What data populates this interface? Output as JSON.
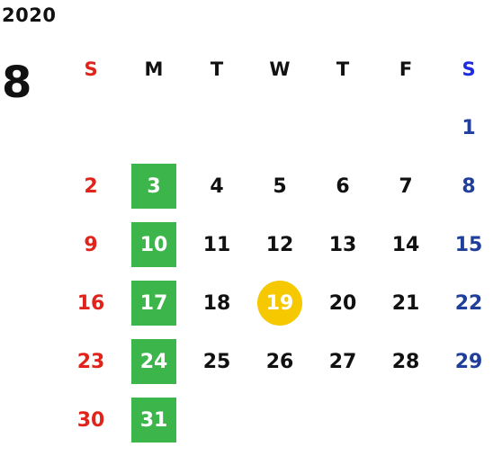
{
  "year": "2020",
  "month": "8",
  "colors": {
    "sunday": "#e0241b",
    "saturday": "#1f3f9a",
    "monday_highlight": "#3cb54a",
    "today_highlight": "#f5c800"
  },
  "weekdays": [
    "S",
    "M",
    "T",
    "W",
    "T",
    "F",
    "S"
  ],
  "weeks": [
    [
      "",
      "",
      "",
      "",
      "",
      "",
      "1"
    ],
    [
      "2",
      "3",
      "4",
      "5",
      "6",
      "7",
      "8"
    ],
    [
      "9",
      "10",
      "11",
      "12",
      "13",
      "14",
      "15"
    ],
    [
      "16",
      "17",
      "18",
      "19",
      "20",
      "21",
      "22"
    ],
    [
      "23",
      "24",
      "25",
      "26",
      "27",
      "28",
      "29"
    ],
    [
      "30",
      "31",
      "",
      "",
      "",
      "",
      ""
    ]
  ],
  "today": "19"
}
